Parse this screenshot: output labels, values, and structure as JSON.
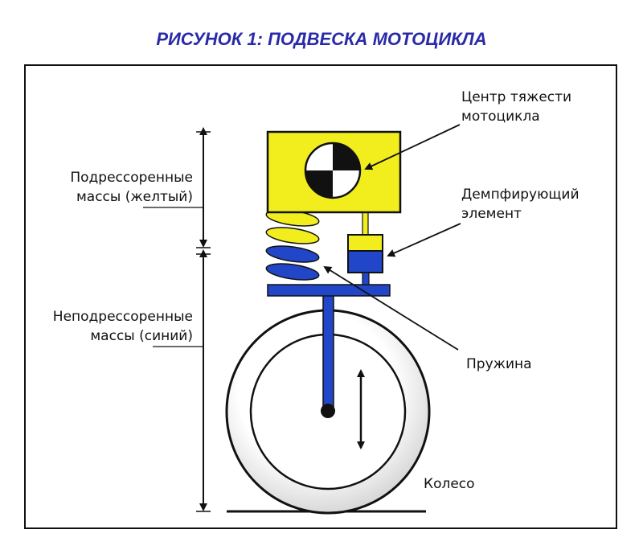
{
  "title": "РИСУНОК 1: ПОДВЕСКА МОТОЦИКЛА",
  "labels": {
    "sprung": "Подрессоренные\nмассы (желтый)",
    "unsprung": "Неподрессоренные\nмассы (синий)",
    "center_of_gravity": "Центр тяжести\nмотоцикла",
    "damper": "Демпфирующий\nэлемент",
    "spring": "Пружина",
    "wheel": "Колесо"
  },
  "colors": {
    "title": "#2a2aa8",
    "sprung": "#f2ee1e",
    "unsprung": "#2246c8",
    "outline": "#111111"
  }
}
